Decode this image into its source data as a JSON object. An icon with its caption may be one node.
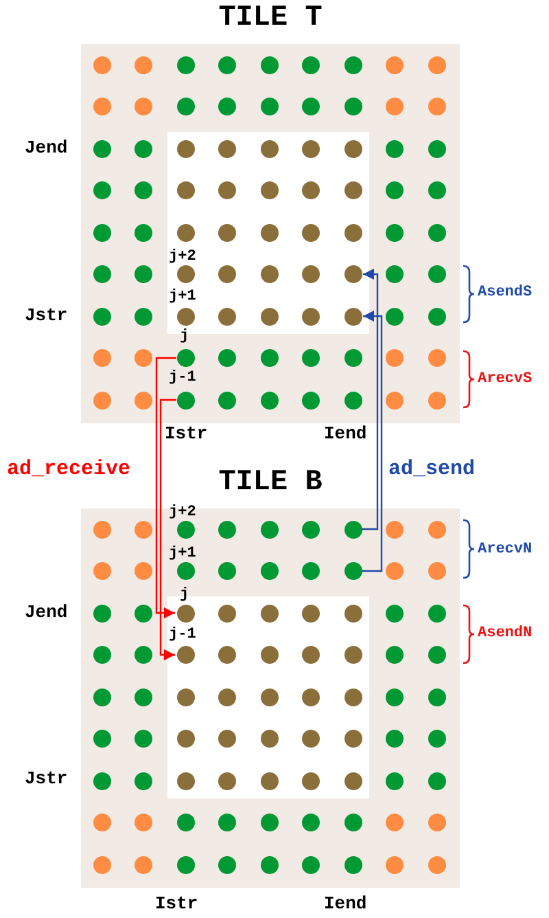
{
  "diagram": {
    "nodes": [
      {
        "text": [
          "TILE T"
        ]
      },
      {
        "text": [],
        "shape": "circle",
        "in": 0
      },
      {
        "text": [],
        "shape": "circle",
        "in": 0
      },
      {
        "text": [],
        "shape": "circle",
        "in": 0
      },
      {
        "text": [],
        "shape": "circle",
        "in": 0
      },
      {
        "text": [
          "TILE B"
        ]
      },
      {
        "text": [],
        "shape": "circle",
        "in": 5
      },
      {
        "text": [],
        "shape": "circle",
        "in": 5
      },
      {
        "text": [],
        "shape": "circle",
        "in": 5
      },
      {
        "text": [],
        "shape": "circle",
        "in": 5
      }
    ],
    "edges": [
      {
        "from": 3,
        "to": 8,
        "arrow": "to",
        "label": "ad_receive",
        "color": "#ff0000"
      },
      {
        "from": 4,
        "to": 9,
        "arrow": "to",
        "color": "#ff0000"
      },
      {
        "from": 6,
        "to": 1,
        "arrow": "to",
        "label": "ad_send",
        "color": "#1f4aa8"
      },
      {
        "from": 7,
        "to": 2,
        "arrow": "to",
        "color": "#1f4aa8"
      }
    ],
    "labels": [
      "Jend",
      "j+2",
      "AsendS",
      "j+1",
      "Jstr",
      "j",
      "ArecvS",
      "j-1",
      "Istr",
      "Iend",
      "j+2",
      "ArecvN",
      "j+1",
      "j",
      "Jend",
      "AsendN",
      "j-1",
      "Jstr",
      "Istr",
      "Iend"
    ]
  }
}
